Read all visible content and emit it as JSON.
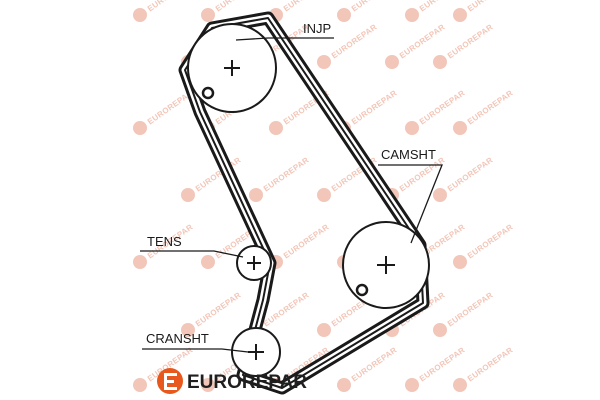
{
  "labels": {
    "injp": "INJP",
    "camsht": "CAMSHT",
    "tens": "TENS",
    "cransht": "CRANSHT"
  },
  "brand": {
    "name": "EUROREPAR",
    "accent": "#e8581c"
  },
  "watermark": {
    "text": "EUROREPAR",
    "color": "#f2c6b8"
  },
  "colors": {
    "belt": "#1a1a1a",
    "line": "#1a1a1a"
  }
}
